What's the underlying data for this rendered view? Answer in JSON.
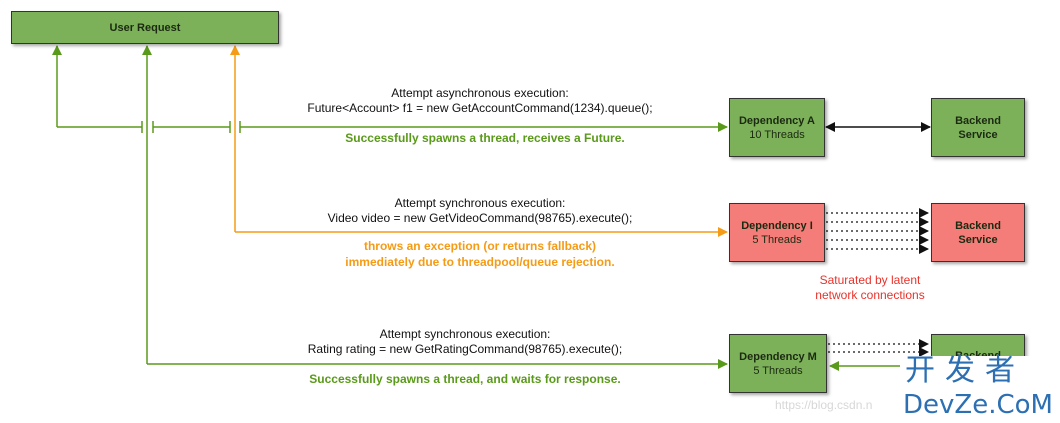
{
  "user_request": {
    "label": "User Request"
  },
  "section_a": {
    "line1": "Attempt asynchronous execution:",
    "line2": "Future<Account> f1 = new GetAccountCommand(1234).queue();",
    "result": "Successfully spawns a thread, receives a Future."
  },
  "section_i": {
    "line1": "Attempt synchronous execution:",
    "line2": "Video video = new GetVideoCommand(98765).execute();",
    "result_line1": "throws an exception (or returns fallback)",
    "result_line2": "immediately due to threadpool/queue rejection."
  },
  "section_m": {
    "line1": "Attempt synchronous execution:",
    "line2": "Rating rating = new GetRatingCommand(98765).execute();",
    "result": "Successfully spawns a thread, and waits for response."
  },
  "dependency_a": {
    "name": "Dependency A",
    "threads": "10 Threads"
  },
  "dependency_i": {
    "name": "Dependency I",
    "threads": "5 Threads"
  },
  "dependency_m": {
    "name": "Dependency M",
    "threads": "5 Threads"
  },
  "backend_a": {
    "line1": "Backend",
    "line2": "Service"
  },
  "backend_i": {
    "line1": "Backend",
    "line2": "Service"
  },
  "backend_m": {
    "line1": "Backend"
  },
  "saturated_note": {
    "line1": "Saturated by latent",
    "line2": "network connections"
  },
  "watermark": {
    "cn": "开发者",
    "en": "DevZe.CoM",
    "url": "https://blog.csdn.n"
  },
  "colors": {
    "green_box": "#7cb15a",
    "red_box": "#f47c79",
    "green_line": "#5a9a1a",
    "orange_line": "#f59b15",
    "note_red": "#e8332b"
  }
}
